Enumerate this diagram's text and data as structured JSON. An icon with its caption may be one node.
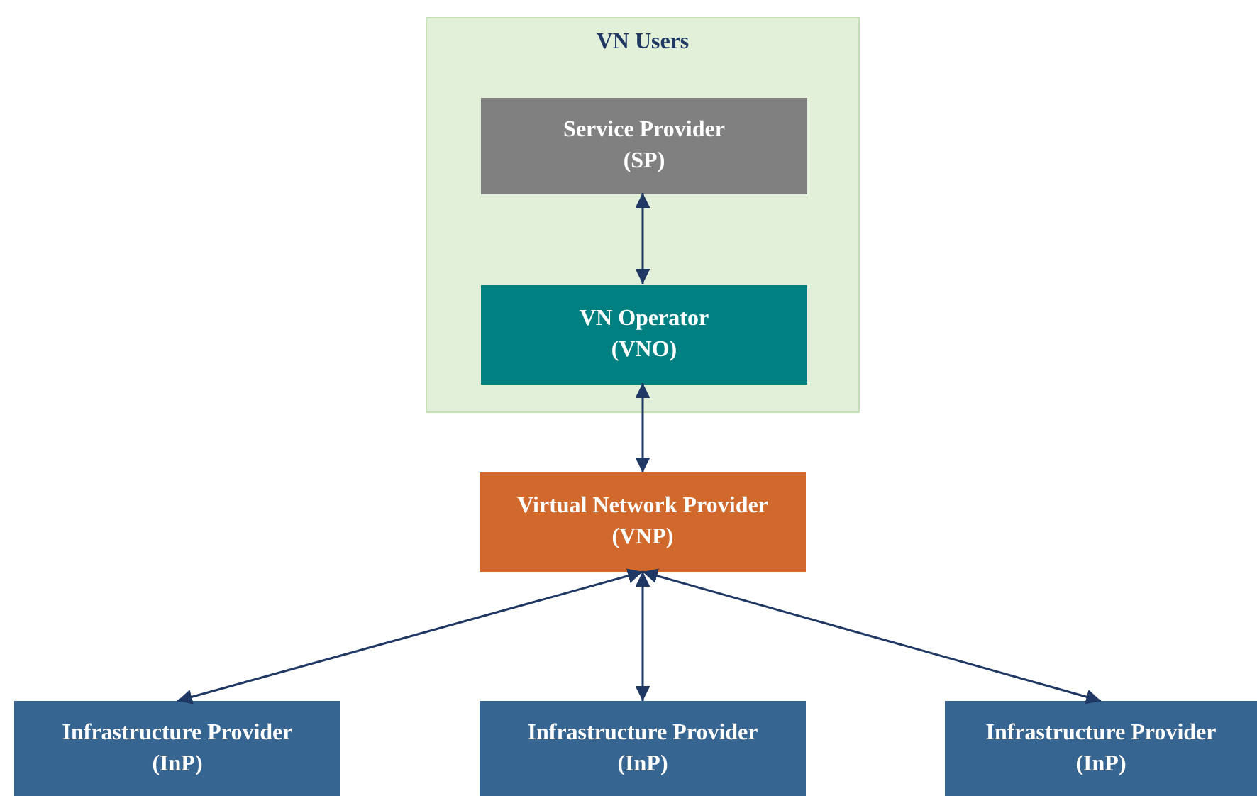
{
  "diagram": {
    "nodes": [
      {
        "text": [
          "VN Users"
        ]
      },
      {
        "text": [
          "Service Provider",
          "(SP)"
        ],
        "in": 0
      },
      {
        "text": [
          "VN Operator",
          "(VNO)"
        ],
        "in": 0
      },
      {
        "text": [
          "Virtual Network Provider",
          "(VNP)"
        ]
      },
      {
        "text": [
          "Infrastructure Provider",
          "(InP)"
        ]
      },
      {
        "text": [
          "Infrastructure Provider",
          "(InP)"
        ]
      },
      {
        "text": [
          "Infrastructure Provider",
          "(InP)"
        ]
      }
    ],
    "edges": [
      {
        "from": 1,
        "to": 2,
        "arrow": "both"
      },
      {
        "from": 2,
        "to": 3,
        "arrow": "both"
      },
      {
        "from": 3,
        "to": 4,
        "arrow": "both"
      },
      {
        "from": 3,
        "to": 5,
        "arrow": "both"
      },
      {
        "from": 3,
        "to": 6,
        "arrow": "both"
      }
    ]
  }
}
